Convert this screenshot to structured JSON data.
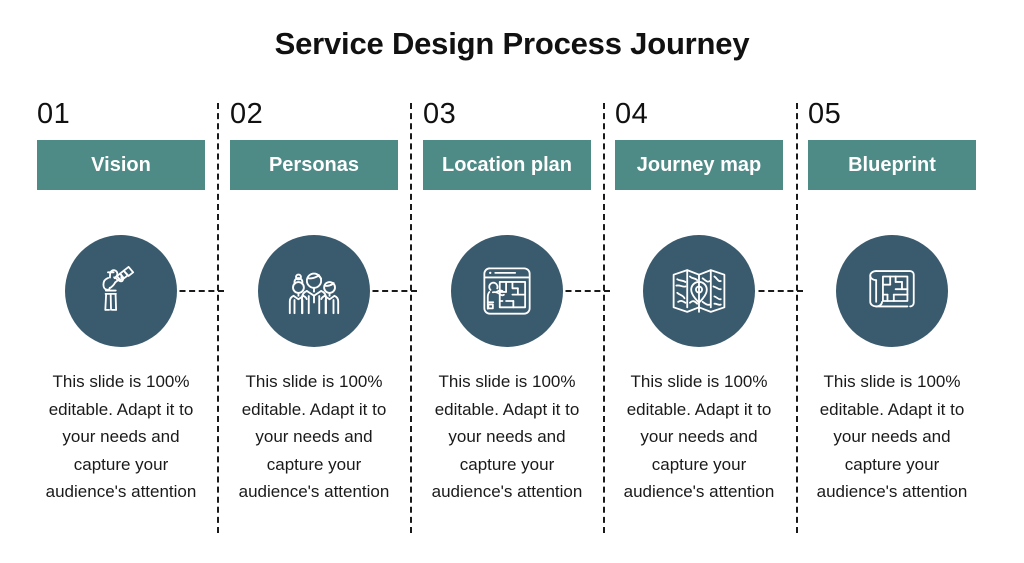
{
  "slide": {
    "title": "Service Design Process Journey",
    "background_color": "#ffffff",
    "accent_color": "#4e8a86",
    "circle_color": "#3a5a6e",
    "text_color": "#1a1a1a",
    "divider_style": "dashed"
  },
  "steps": [
    {
      "number": "01",
      "label": "Vision",
      "icon": "telescope-person-icon",
      "description": "This slide is 100% editable. Adapt it to your needs and capture your audience's attention"
    },
    {
      "number": "02",
      "label": "Personas",
      "icon": "people-group-icon",
      "description": "This slide is 100% editable. Adapt it to your needs and capture your audience's attention"
    },
    {
      "number": "03",
      "label": "Location plan",
      "icon": "floor-plan-person-icon",
      "description": "This slide is 100% editable. Adapt it to your needs and capture your audience's attention"
    },
    {
      "number": "04",
      "label": "Journey map",
      "icon": "folded-map-pin-icon",
      "description": "This slide is 100% editable. Adapt it to your needs and capture your audience's attention"
    },
    {
      "number": "05",
      "label": "Blueprint",
      "icon": "blueprint-roll-icon",
      "description": "This slide is 100% editable. Adapt it to your needs and capture your audience's attention"
    }
  ]
}
